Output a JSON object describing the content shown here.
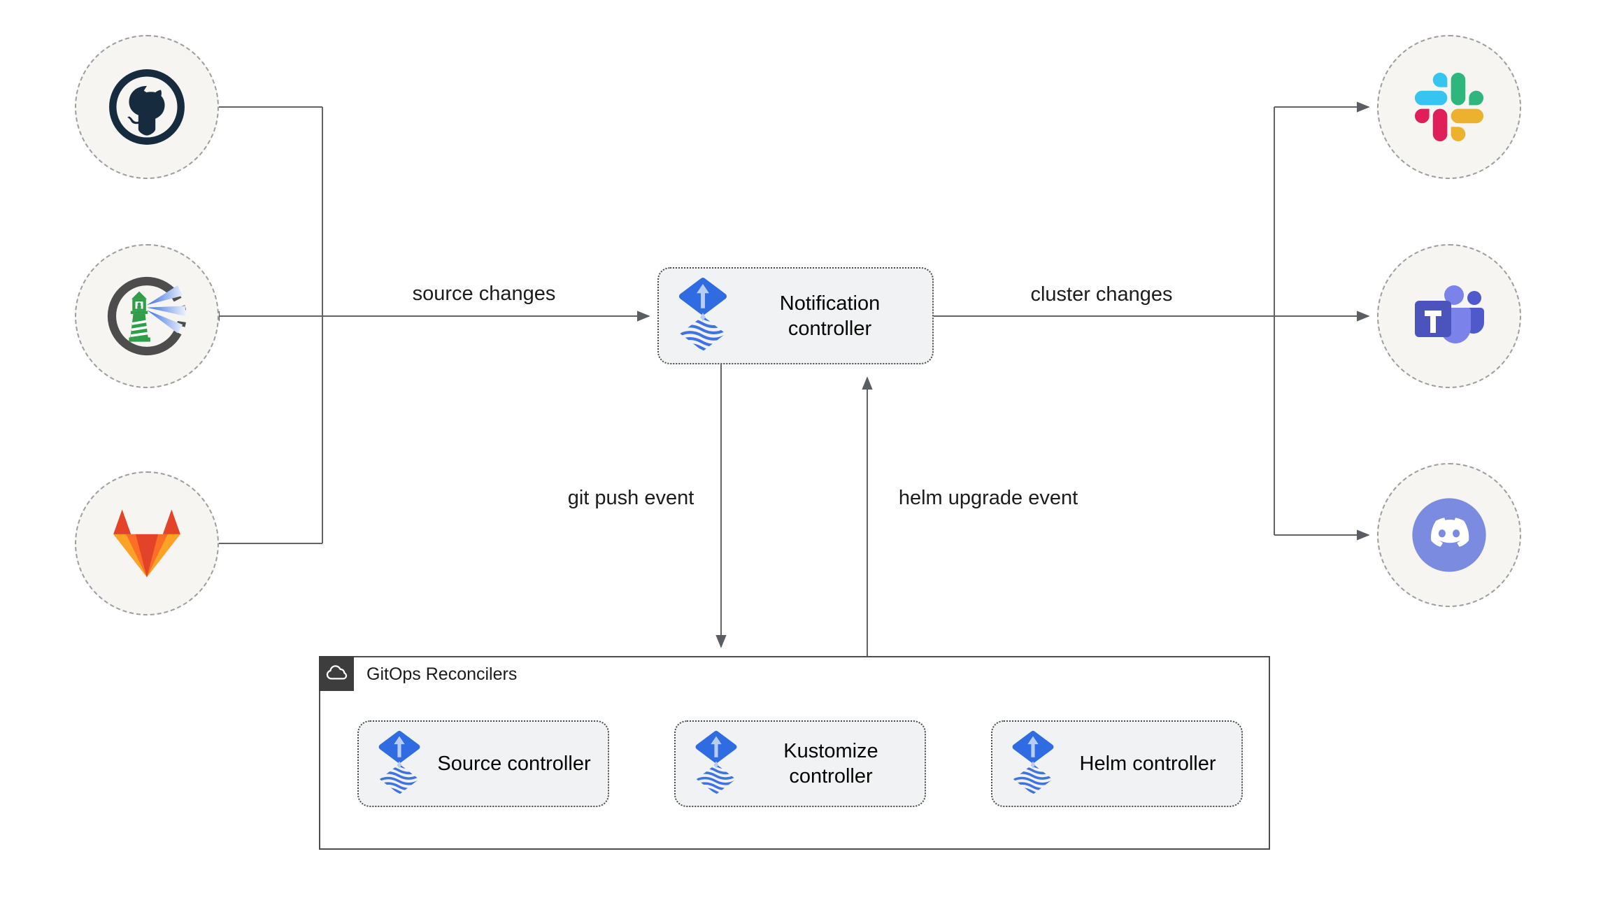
{
  "notification_controller": {
    "label": "Notification controller",
    "icon": "flux-icon"
  },
  "reconcilers": {
    "title": "GitOps Reconcilers",
    "title_icon": "cloud-icon",
    "controllers": [
      {
        "label": "Source controller",
        "icon": "flux-icon"
      },
      {
        "label": "Kustomize controller",
        "icon": "flux-icon"
      },
      {
        "label": "Helm controller",
        "icon": "flux-icon"
      }
    ]
  },
  "edge_labels": {
    "source_changes": "source changes",
    "cluster_changes": "cluster changes",
    "git_push_event": "git push event",
    "helm_upgrade_event": "helm upgrade event"
  },
  "source_nodes": [
    {
      "icon": "github-icon"
    },
    {
      "icon": "harbor-icon"
    },
    {
      "icon": "gitlab-icon"
    }
  ],
  "alert_nodes": [
    {
      "icon": "slack-icon"
    },
    {
      "icon": "microsoft-teams-icon"
    },
    {
      "icon": "discord-icon"
    }
  ],
  "colors": {
    "flux_blue": "#2f6ce2",
    "flux_arrow_light": "#b9cdf2",
    "flux_wave_blue": "#3f72e3",
    "connector_gray": "#636363",
    "box_fill": "#f1f2f3",
    "box_border": "#4a4a4a",
    "node_fill": "#f6f5f1",
    "node_border": "#9e9e9e",
    "container_border": "#4d4d4d",
    "tab_dark": "#3d3d3d",
    "github_navy": "#172b3f",
    "harbor_gray": "#4d4d4d",
    "harbor_green": "#2e9e49",
    "harbor_beam_blue": "#3b6fe3",
    "gitlab_red": "#e24329",
    "gitlab_orange": "#fc6d26",
    "gitlab_amber": "#fca326",
    "slack_blue": "#36c5f0",
    "slack_green": "#2eb67d",
    "slack_red": "#e01e5a",
    "slack_yellow": "#ecb22e",
    "teams_dark_purple": "#4b53bc",
    "teams_light_purple": "#7b83eb",
    "teams_mid_purple": "#5059c9",
    "discord_periwinkle": "#7b8be0"
  }
}
